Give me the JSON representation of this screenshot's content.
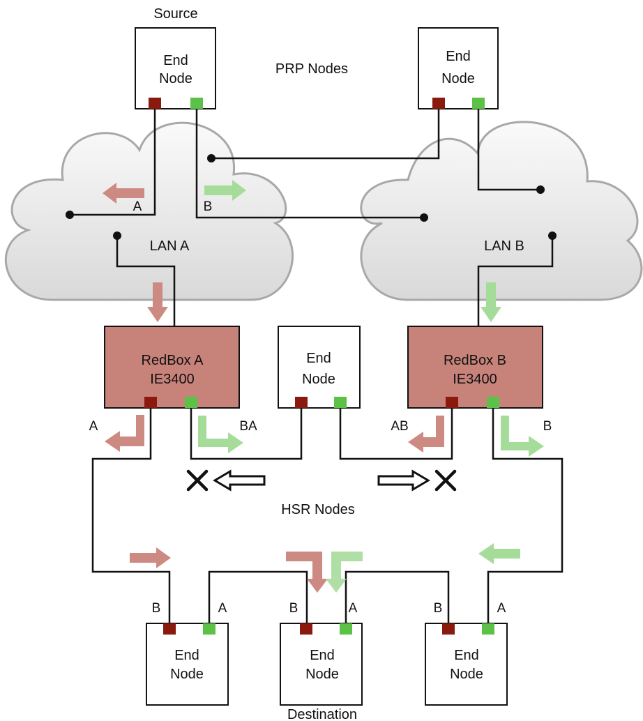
{
  "labels": {
    "source": "Source",
    "destination": "Destination",
    "prp_nodes": "PRP Nodes",
    "hsr_nodes": "HSR Nodes",
    "lan_a": "LAN A",
    "lan_b": "LAN B"
  },
  "end_node": {
    "line1": "End",
    "line2": "Node"
  },
  "redbox_a": {
    "line1": "RedBox A",
    "line2": "IE3400"
  },
  "redbox_b": {
    "line1": "RedBox B",
    "line2": "IE3400"
  },
  "port_labels": {
    "a": "A",
    "b": "B",
    "ab": "AB",
    "ba": "BA"
  },
  "colors": {
    "port_red": "#8b1a0e",
    "port_green": "#5cc247",
    "redbox_fill": "#c7827a",
    "arrow_red": "#cd8a82",
    "arrow_green": "#a6dc9a",
    "line": "#111111"
  },
  "icons": {
    "cloud": "cloud-shape",
    "blocked": "x-mark-icon",
    "hollow_arrow": "hollow-arrow-icon"
  }
}
